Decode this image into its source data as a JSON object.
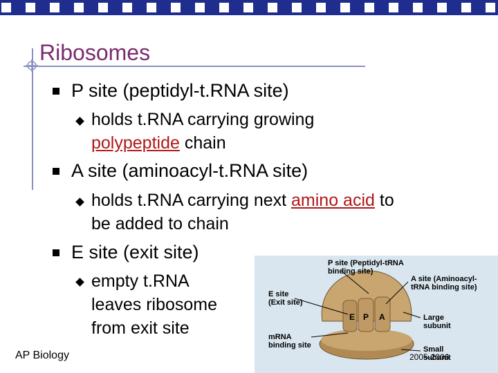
{
  "slide": {
    "title": "Ribosomes",
    "footer": "AP Biology",
    "year": "2005-2006",
    "bullets": [
      {
        "text": "P site (peptidyl-t.RNA site)",
        "sub": {
          "line1": "holds t.RNA carrying growing",
          "keyword": "polypeptide",
          "after": " chain"
        }
      },
      {
        "text": "A site (aminoacyl-t.RNA site)",
        "sub": {
          "before": "holds t.RNA carrying next ",
          "keyword": "amino acid",
          "after": " to",
          "line2": "be added to chain"
        }
      },
      {
        "text": "E site (exit site)",
        "sub": {
          "lines": [
            "empty t.RNA",
            "leaves ribosome",
            "from exit site"
          ]
        }
      }
    ]
  },
  "diagram": {
    "p_site_label": [
      "P site (Peptidyl-tRNA",
      "binding site)"
    ],
    "a_site_label": [
      "A site (Aminoacyl-",
      "tRNA binding site)"
    ],
    "e_site_label": [
      "E site",
      "(Exit site)"
    ],
    "mrna_label": [
      "mRNA",
      "binding site"
    ],
    "large_label": [
      "Large",
      "subunit"
    ],
    "small_label": [
      "Small",
      "subunit"
    ],
    "site_letters": [
      "E",
      "P",
      "A"
    ]
  },
  "colors": {
    "title": "#7a2b6e",
    "keyword": "#b01818",
    "topbar": "#1f2d8e",
    "ribosome": "#c9a570"
  }
}
